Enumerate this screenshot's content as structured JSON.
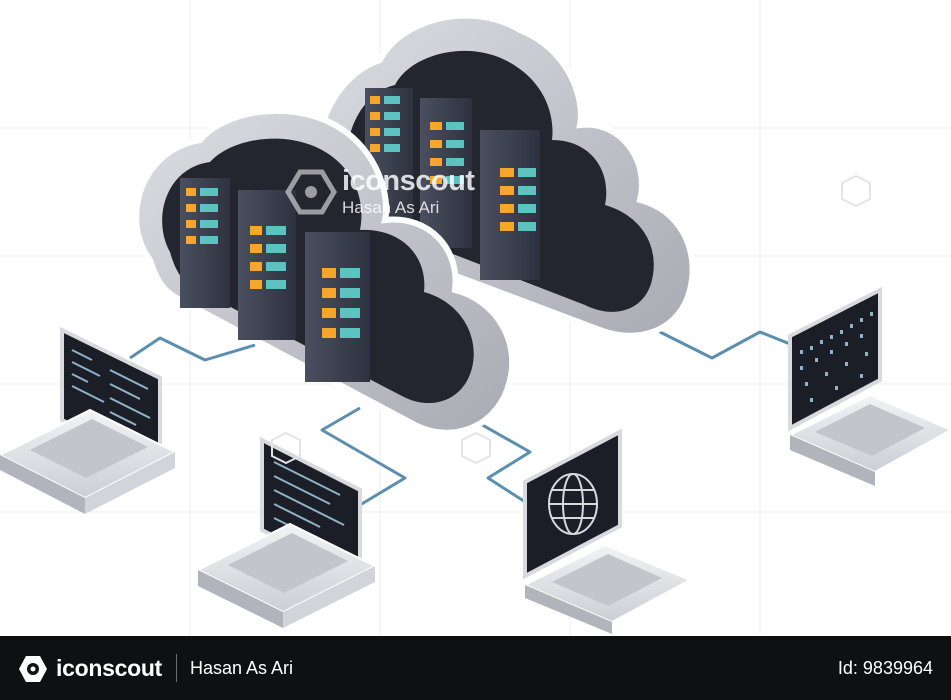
{
  "watermark": {
    "brand": "iconscout",
    "author": "Hasan As Ari"
  },
  "footer": {
    "brand": "iconscout",
    "author": "Hasan As Ari",
    "id_label": "Id: 9839964"
  },
  "colors": {
    "cloud_body": "#c7c8ce",
    "cloud_rim": "#ffffff",
    "cloud_inner": "#23262f",
    "server_face": "#3b3f4d",
    "server_led_orange": "#f5a62b",
    "server_led_teal": "#5dc3c0",
    "laptop_body": "#e7e8ec",
    "laptop_screen": "#1b1e26",
    "cable": "#5b8fb0",
    "footer_bg": "#0f1012"
  },
  "icons": [
    "cloud-icon",
    "server-rack-icon",
    "laptop-icon",
    "globe-icon",
    "iconscout-logo-icon"
  ]
}
